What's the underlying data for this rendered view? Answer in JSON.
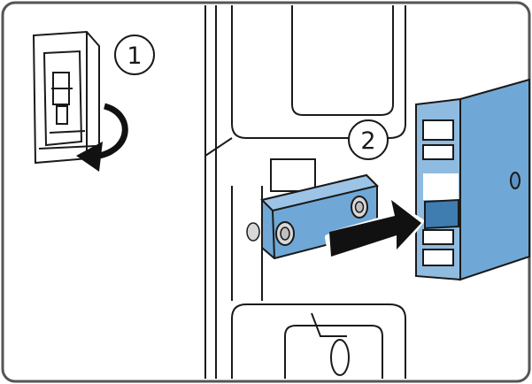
{
  "figure": {
    "steps": [
      {
        "label": "1",
        "action": "rotate"
      },
      {
        "label": "2",
        "action": "push"
      }
    ],
    "colors": {
      "rail": "#6fa8d6",
      "rail_dark": "#3f7cb0",
      "bracket": "#6fa8d6",
      "outline": "#1a1a1a",
      "arrow": "#111111",
      "background": "#ffffff",
      "frame_border": "#555555"
    },
    "icons": {
      "step1": "rotate-arrow-icon",
      "step2": "push-arrow-icon"
    }
  }
}
